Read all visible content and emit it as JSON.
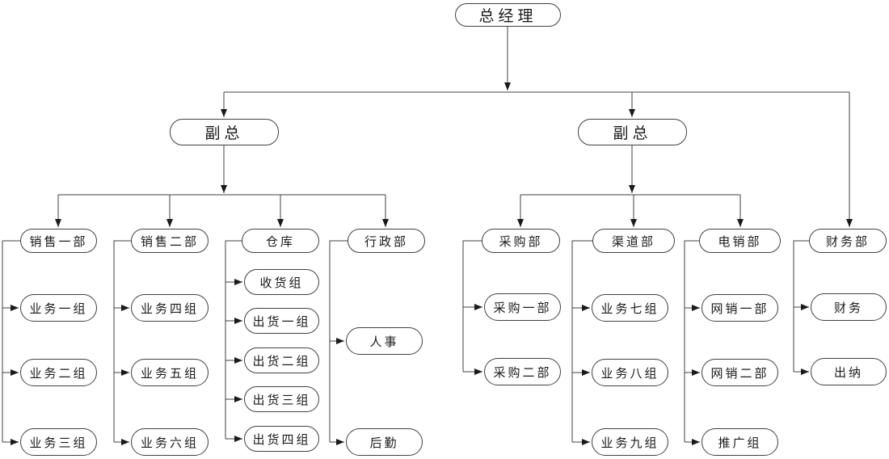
{
  "org": {
    "root": "总经理",
    "vps": [
      "副总",
      "副总"
    ],
    "departments": [
      {
        "label": "销售一部",
        "children": [
          "业务一组",
          "业务二组",
          "业务三组"
        ]
      },
      {
        "label": "销售二部",
        "children": [
          "业务四组",
          "业务五组",
          "业务六组"
        ]
      },
      {
        "label": "仓库",
        "children": [
          "收货组",
          "出货一组",
          "出货二组",
          "出货三组",
          "出货四组"
        ]
      },
      {
        "label": "行政部",
        "children": [
          "人事",
          "后勤"
        ]
      },
      {
        "label": "采购部",
        "children": [
          "采购一部",
          "采购二部"
        ]
      },
      {
        "label": "渠道部",
        "children": [
          "业务七组",
          "业务八组",
          "业务九组"
        ]
      },
      {
        "label": "电销部",
        "children": [
          "网销一部",
          "网销二部",
          "推广组"
        ]
      },
      {
        "label": "财务部",
        "children": [
          "财务",
          "出纳"
        ]
      }
    ]
  },
  "colors": {
    "background": "#ffffff",
    "line": "#404040",
    "arrow": "#1a1a1a",
    "node_border": "#404040",
    "text": "#1a1a1a"
  }
}
